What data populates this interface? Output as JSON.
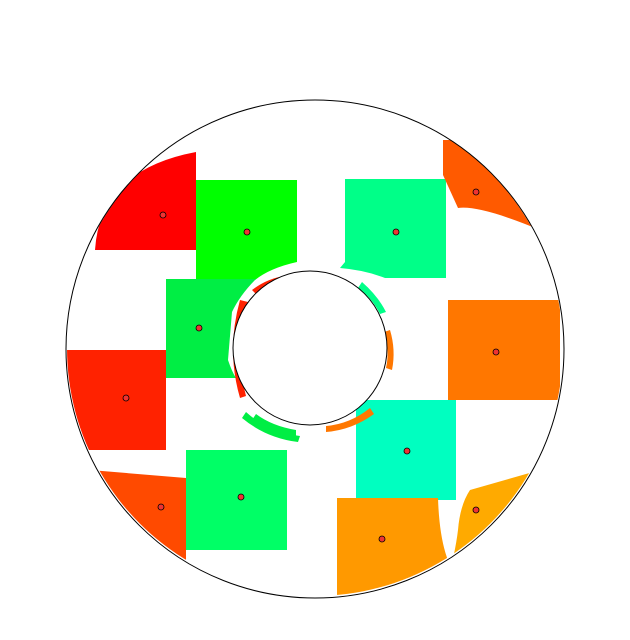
{
  "regions": [
    {
      "id": "r1",
      "color": "#ff0000"
    },
    {
      "id": "r2",
      "color": "#00ff00"
    },
    {
      "id": "r3",
      "color": "#00ff88"
    },
    {
      "id": "r4",
      "color": "#ff5a00"
    },
    {
      "id": "r5",
      "color": "#00ee44"
    },
    {
      "id": "r6",
      "color": "#ff7700"
    },
    {
      "id": "r7",
      "color": "#ff2200"
    },
    {
      "id": "r8",
      "color": "#00ffc0"
    },
    {
      "id": "r9",
      "color": "#ff4a00"
    },
    {
      "id": "r10",
      "color": "#00ff66"
    },
    {
      "id": "r11",
      "color": "#ff9900"
    },
    {
      "id": "r12",
      "color": "#ffaa00"
    }
  ],
  "fragments": [
    {
      "id": "f1",
      "color": "#ff2200"
    },
    {
      "id": "f2",
      "color": "#ff2200"
    },
    {
      "id": "f3",
      "color": "#00ee44"
    },
    {
      "id": "f4",
      "color": "#00ff88"
    },
    {
      "id": "f5",
      "color": "#ff7700"
    },
    {
      "id": "f6",
      "color": "#ff7700"
    },
    {
      "id": "f7",
      "color": "#00ee44"
    }
  ],
  "colors": {
    "background": "#ffffff",
    "outline": "#000000",
    "center_marker": "#ee3333"
  }
}
